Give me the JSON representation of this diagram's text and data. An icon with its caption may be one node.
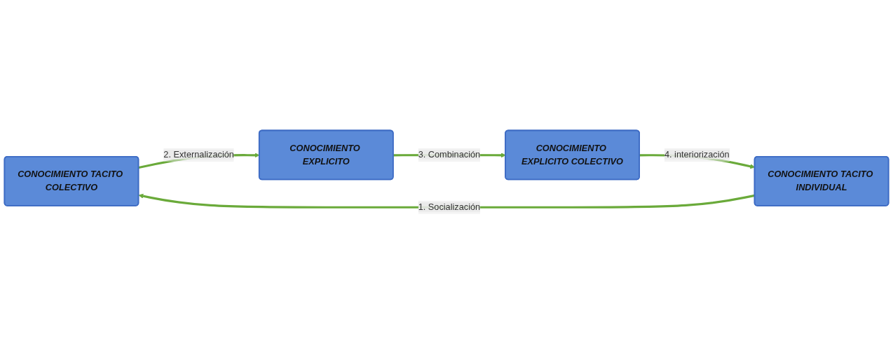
{
  "diagram": {
    "nodes": [
      {
        "text": [
          "CONOCIMIENTO TACITO COLECTIVO"
        ]
      },
      {
        "text": [
          "CONOCIMIENTO TACITO INDIVIDUAL"
        ]
      },
      {
        "text": [
          "CONOCIMIENTO EXPLICITO"
        ]
      },
      {
        "text": [
          "CONOCIMIENTO EXPLICITO COLECTIVO"
        ]
      }
    ],
    "edges": [
      {
        "from": 1,
        "to": 0,
        "arrow": "to",
        "label": "1. Socialización"
      },
      {
        "from": 0,
        "to": 2,
        "arrow": "to",
        "label": "2. Externalización"
      },
      {
        "from": 2,
        "to": 3,
        "arrow": "to",
        "label": "3. Combinación"
      },
      {
        "from": 3,
        "to": 1,
        "arrow": "to",
        "label": "4. interiorización"
      }
    ]
  }
}
